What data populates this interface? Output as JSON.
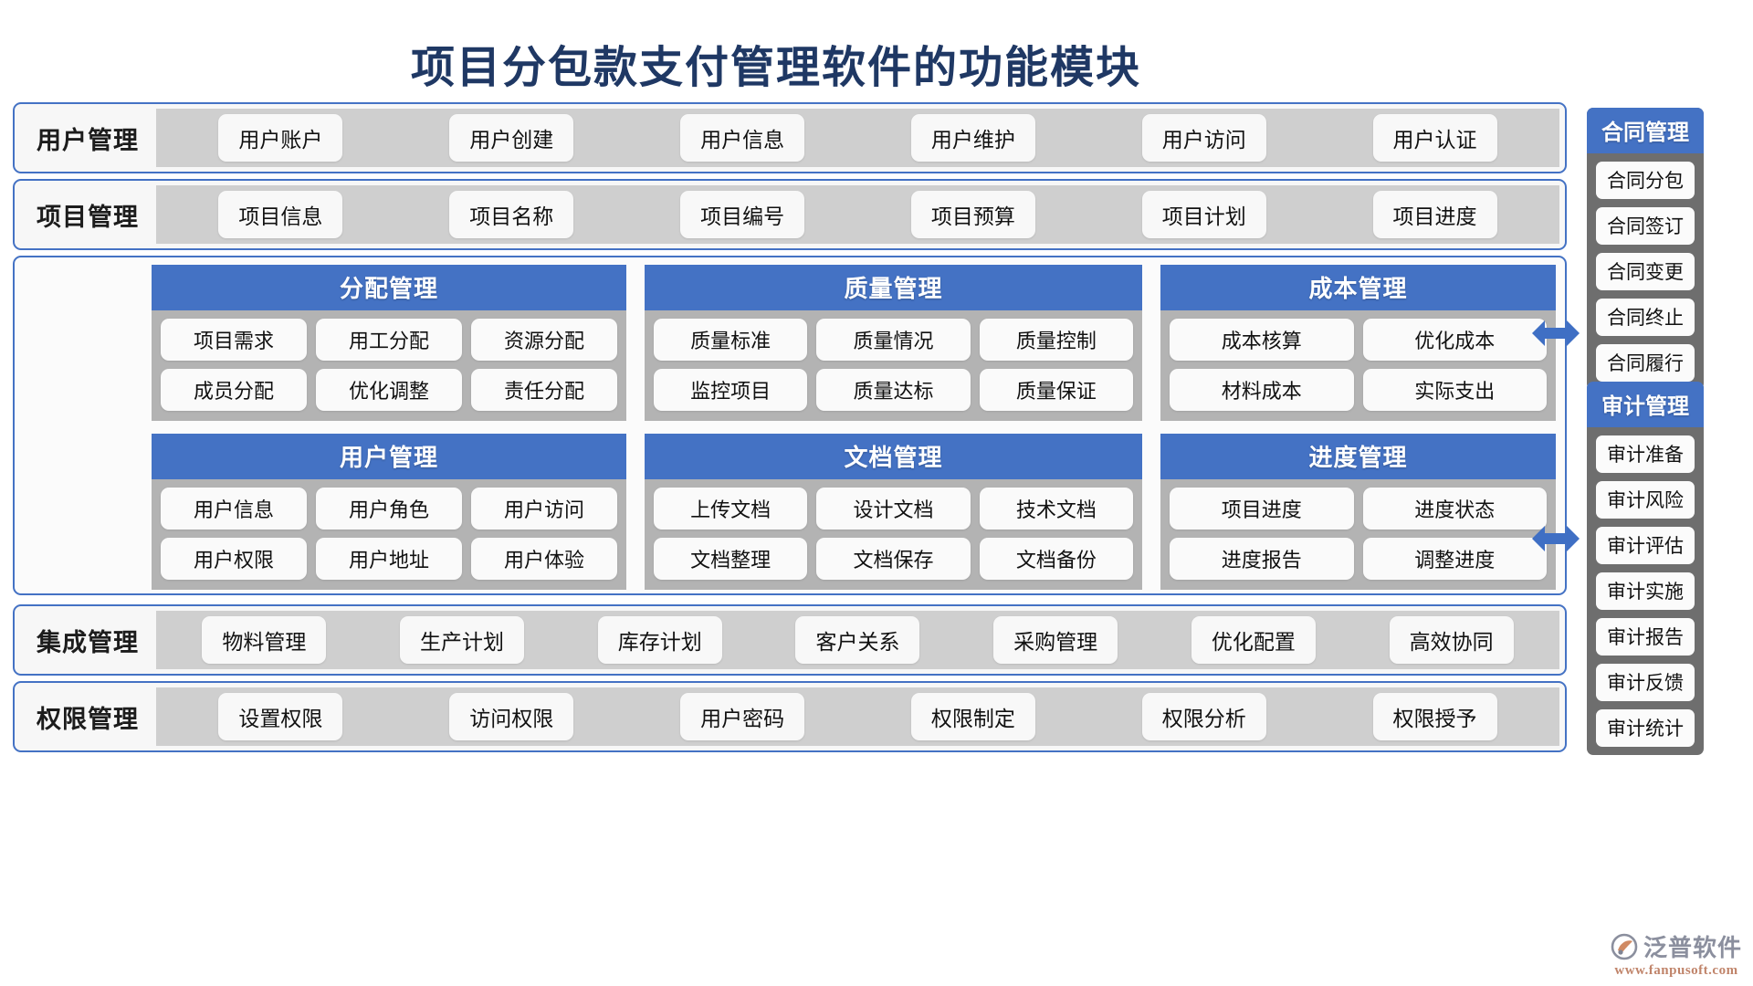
{
  "title": "项目分包款支付管理软件的功能模块",
  "bands": [
    {
      "label": "用户管理",
      "chips": [
        "用户账户",
        "用户创建",
        "用户信息",
        "用户维护",
        "用户访问",
        "用户认证"
      ]
    },
    {
      "label": "项目管理",
      "chips": [
        "项目信息",
        "项目名称",
        "项目编号",
        "项目预算",
        "项目计划",
        "项目进度"
      ]
    },
    {
      "label": "集成管理",
      "chips": [
        "物料管理",
        "生产计划",
        "库存计划",
        "客户关系",
        "采购管理",
        "优化配置",
        "高效协同"
      ]
    },
    {
      "label": "权限管理",
      "chips": [
        "设置权限",
        "访问权限",
        "用户密码",
        "权限制定",
        "权限分析",
        "权限授予"
      ]
    }
  ],
  "modules": [
    {
      "title": "分配管理",
      "rows": [
        [
          "项目需求",
          "用工分配",
          "资源分配"
        ],
        [
          "成员分配",
          "优化调整",
          "责任分配"
        ]
      ]
    },
    {
      "title": "质量管理",
      "rows": [
        [
          "质量标准",
          "质量情况",
          "质量控制"
        ],
        [
          "监控项目",
          "质量达标",
          "质量保证"
        ]
      ]
    },
    {
      "title": "成本管理",
      "rows": [
        [
          "成本核算",
          "优化成本"
        ],
        [
          "材料成本",
          "实际支出"
        ]
      ]
    },
    {
      "title": "用户管理",
      "rows": [
        [
          "用户信息",
          "用户角色",
          "用户访问"
        ],
        [
          "用户权限",
          "用户地址",
          "用户体验"
        ]
      ]
    },
    {
      "title": "文档管理",
      "rows": [
        [
          "上传文档",
          "设计文档",
          "技术文档"
        ],
        [
          "文档整理",
          "文档保存",
          "文档备份"
        ]
      ]
    },
    {
      "title": "进度管理",
      "rows": [
        [
          "项目进度",
          "进度状态"
        ],
        [
          "进度报告",
          "调整进度"
        ]
      ]
    }
  ],
  "side_panels": [
    {
      "title": "合同管理",
      "items": [
        "合同分包",
        "合同签订",
        "合同变更",
        "合同终止",
        "合同履行"
      ]
    },
    {
      "title": "审计管理",
      "items": [
        "审计准备",
        "审计风险",
        "审计评估",
        "审计实施",
        "审计报告",
        "审计反馈",
        "审计统计"
      ]
    }
  ],
  "watermark": {
    "name": "泛普软件",
    "url": "www.fanpusoft.com"
  },
  "colors": {
    "accent": "#4472c4",
    "title": "#1f3864",
    "track": "#cfcfcf",
    "module_body": "#b3b3b3",
    "side_body": "#6e6e6e"
  }
}
